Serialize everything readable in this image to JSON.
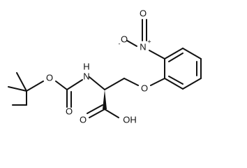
{
  "atoms": {
    "nh": "H",
    "nh_n": "N",
    "carbamate_o_single": "O",
    "carbamate_o_double": "O",
    "ether_o": "O",
    "acid_oh": "OH",
    "acid_o_double": "O",
    "nitro_n": "N",
    "nitro_n_charge": "+",
    "nitro_o_minus": "O",
    "nitro_o_charge": "-",
    "nitro_o_double": "O"
  },
  "colors": {
    "bond": "#111111",
    "label": "#111111",
    "background": "#ffffff"
  }
}
